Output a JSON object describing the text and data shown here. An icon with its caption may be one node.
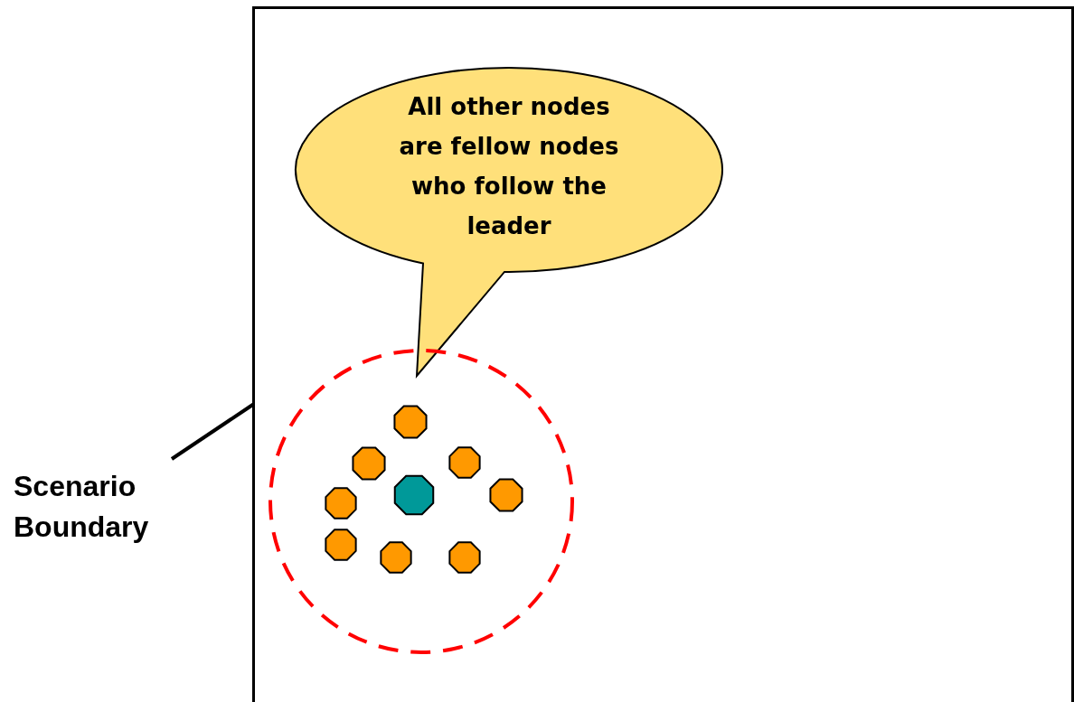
{
  "diagram": {
    "nodes": [
      {
        "text": [],
        "shape": "box"
      },
      {
        "text": [
          "Scenario Boundary"
        ]
      },
      {
        "text": [
          "All other nodes are fellow nodes who follow the leader"
        ],
        "in": 0
      },
      {
        "text": [],
        "shape": "circle",
        "in": 0
      },
      {
        "text": [],
        "shape": "octagon",
        "in": 3
      },
      {
        "text": [],
        "shape": "octagon",
        "in": 3
      },
      {
        "text": [],
        "shape": "octagon",
        "in": 3
      },
      {
        "text": [],
        "shape": "octagon",
        "in": 3
      },
      {
        "text": [],
        "shape": "octagon",
        "in": 3
      },
      {
        "text": [],
        "shape": "octagon",
        "in": 3
      },
      {
        "text": [],
        "shape": "octagon",
        "in": 3
      },
      {
        "text": [],
        "shape": "octagon",
        "in": 3
      },
      {
        "text": [],
        "shape": "octagon",
        "in": 3
      }
    ],
    "edges": [
      {
        "from": 1,
        "to": 0,
        "arrow": "none"
      }
    ]
  }
}
